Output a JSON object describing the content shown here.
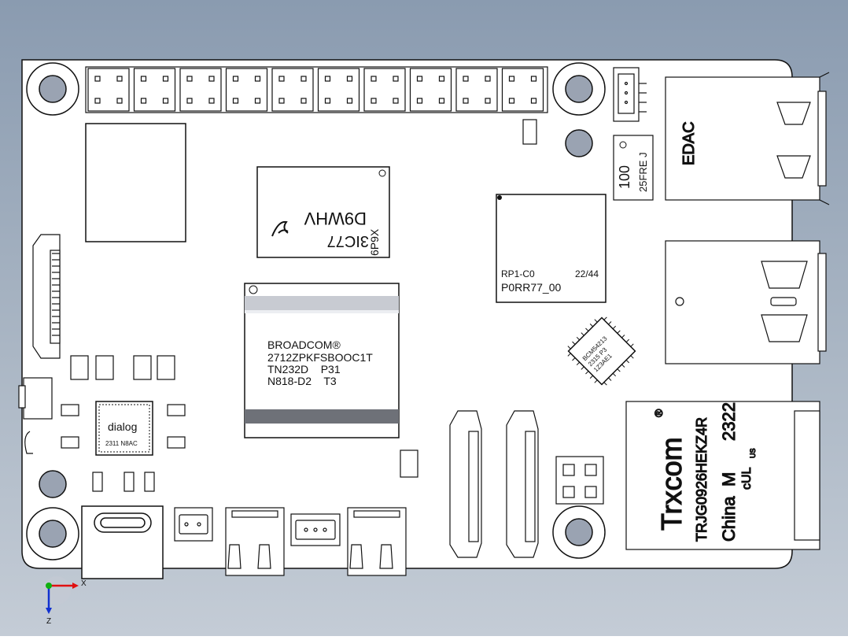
{
  "viewport": {
    "background_top": "#8a9bb0",
    "background_bottom": "#c4ccd6"
  },
  "board": {
    "fill": "#ffffff",
    "stroke": "#111111"
  },
  "ram_chip": {
    "line1": "D9WHV",
    "line2": "3IC77",
    "line3": "6P9X"
  },
  "soc_chip": {
    "line1": "BROADCOM®",
    "line2": "2712ZPKFSBOOC1T",
    "line3": "TN232D    P31",
    "line4": "N818-D2    T3"
  },
  "rp1_chip": {
    "line1": "RP1-C0",
    "line2": "22/44",
    "line3": "P0RR77_00"
  },
  "pmic_chip": {
    "brand": "dialog",
    "code": "2311 N8AC"
  },
  "marking_100": {
    "line1": "100",
    "line2": "25FRE J"
  },
  "ethernet_jack": {
    "brand": "Trxcom",
    "registered": "®",
    "part": "TRJG0926HEKZ4R",
    "origin": "China",
    "m": "M",
    "date": "2322",
    "cert": "cUL",
    "cert_suffix": "US"
  },
  "small_ic": {
    "line1": "BCM54213",
    "line2": "2315 P3",
    "line3": "1Z3AE1"
  },
  "usb_label": {
    "text": "EDAC"
  },
  "triad": {
    "x_label": "X",
    "z_label": "Z",
    "x_color": "#e01010",
    "y_color": "#10b010",
    "z_color": "#1030d0"
  }
}
